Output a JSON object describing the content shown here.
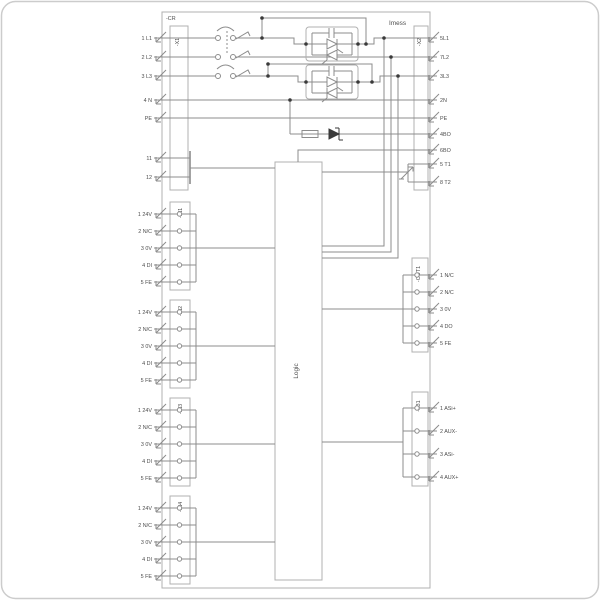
{
  "device": {
    "ref": "-CR",
    "current_measure_label": "Imess",
    "logic_label": "Logic"
  },
  "left": {
    "x1": {
      "ref": "-X1",
      "terminals": [
        "1 L1",
        "2 L2",
        "3 L3",
        "4 N",
        "PE",
        "11",
        "12"
      ]
    },
    "in1": {
      "ref": "-IN1",
      "terminals": [
        "1 24V",
        "2 N/C",
        "3 0V",
        "4 DI",
        "5 FE"
      ]
    },
    "in2": {
      "ref": "-IN2",
      "terminals": [
        "1 24V",
        "2 N/C",
        "3 0V",
        "4 DI",
        "5 FE"
      ]
    },
    "in3": {
      "ref": "-IN3",
      "terminals": [
        "1 24V",
        "2 N/C",
        "3 0V",
        "4 DI",
        "5 FE"
      ]
    },
    "in4": {
      "ref": "-IN4",
      "terminals": [
        "1 24V",
        "2 N/C",
        "3 0V",
        "4 DI",
        "5 FE"
      ]
    }
  },
  "right": {
    "x2": {
      "ref": "-X2",
      "terminals": [
        "5L1",
        "7L2",
        "3L3",
        "2N",
        "PE",
        "4BO",
        "6BO",
        "5 T1",
        "8 T2"
      ]
    },
    "out1": {
      "ref": "-OUT1",
      "terminals": [
        "1 N/C",
        "2 N/C",
        "3 0V",
        "4 DO",
        "5 FE"
      ]
    },
    "x31": {
      "ref": "-X31",
      "terminals": [
        "1 ASi+",
        "2 AUX-",
        "3 ASi-",
        "4 AUX+"
      ]
    }
  },
  "colors": {
    "wire": "#8c8c8c",
    "box": "#b0b0b0",
    "text": "#4d4d4d",
    "dot": "#3a3a3a",
    "page_border": "#cccccc",
    "background": "#ffffff"
  }
}
